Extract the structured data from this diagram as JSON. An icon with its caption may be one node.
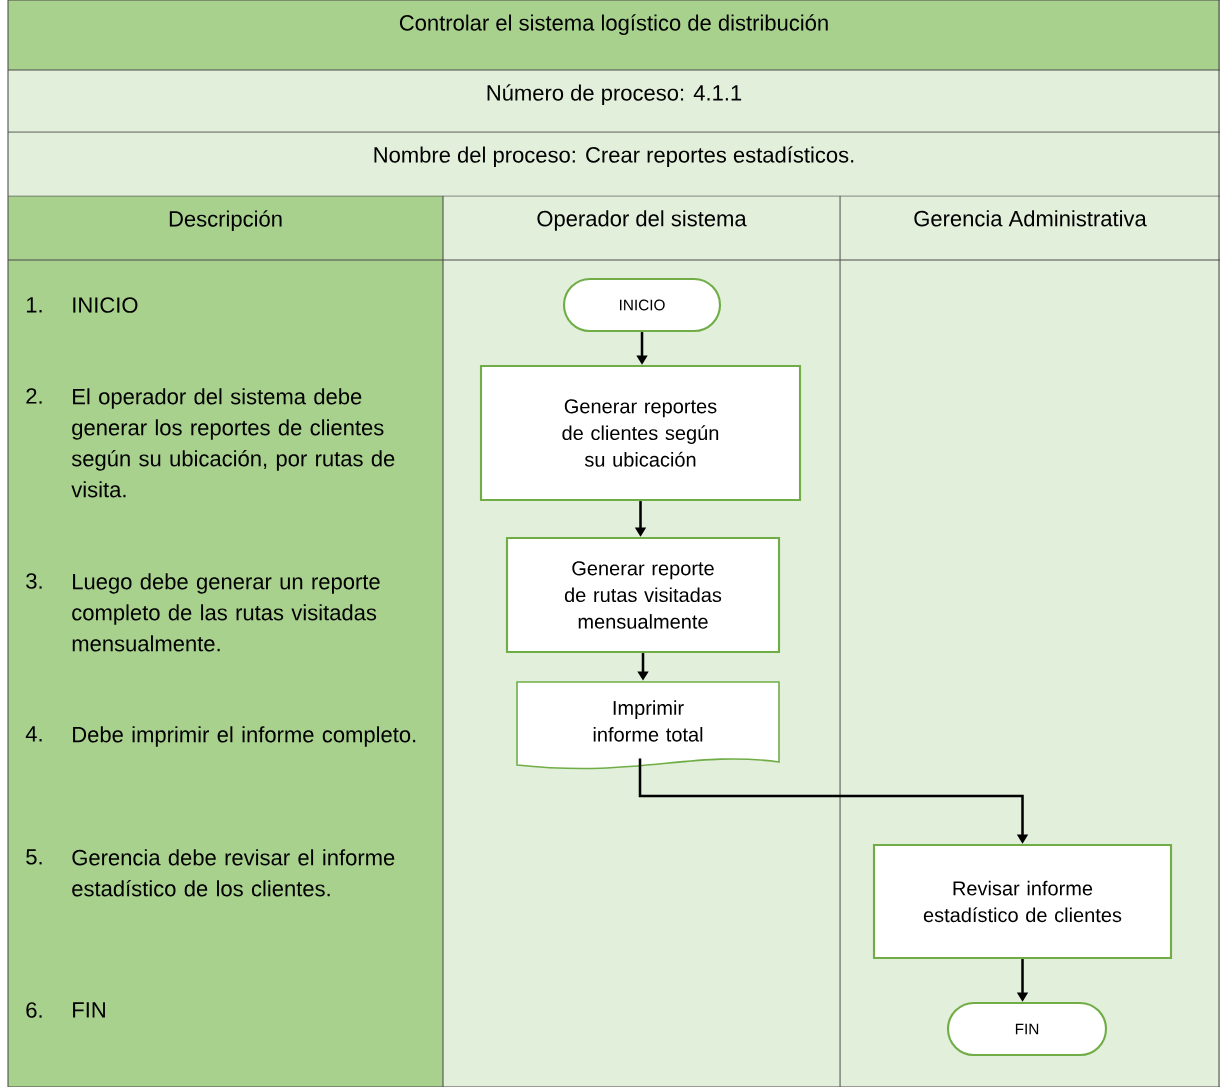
{
  "diagram": {
    "nodes": [
      {
        "text": [
          "INICIO"
        ]
      },
      {
        "text": [
          "Generar reportes de clientes según su ubicación"
        ]
      },
      {
        "text": [
          "Generar reporte de rutas visitadas mensualmente"
        ]
      },
      {
        "text": [
          "Imprimir informe total"
        ]
      },
      {
        "text": [
          "Revisar informe estadístico de clientes"
        ]
      },
      {
        "text": [
          "FIN"
        ]
      }
    ],
    "edges": [
      {
        "from": 0,
        "to": 1,
        "arrow": "to"
      },
      {
        "from": 1,
        "to": 2,
        "arrow": "to"
      },
      {
        "from": 2,
        "to": 3,
        "arrow": "to"
      },
      {
        "from": 3,
        "to": 4,
        "arrow": "to"
      },
      {
        "from": 4,
        "to": 5,
        "arrow": "to"
      }
    ],
    "labels": [
      "Controlar el sistema logístico de distribución",
      "Número de proceso: 4.1.1",
      "Nombre del proceso: Crear reportes estadísticos.",
      "Descripción",
      "Operador del sistema",
      "Gerencia Administrativa",
      "1.",
      "INICIO",
      "2.",
      "El operador del sistema debe generar los reportes de clientes según su ubicación, por rutas de visita.",
      "3.",
      "Luego debe generar un reporte completo de las rutas visitadas mensualmente.",
      "4.",
      "Debe imprimir el informe completo.",
      "5.",
      "Gerencia debe revisar el informe estadístico de los clientes.",
      "6.",
      "FIN"
    ]
  }
}
